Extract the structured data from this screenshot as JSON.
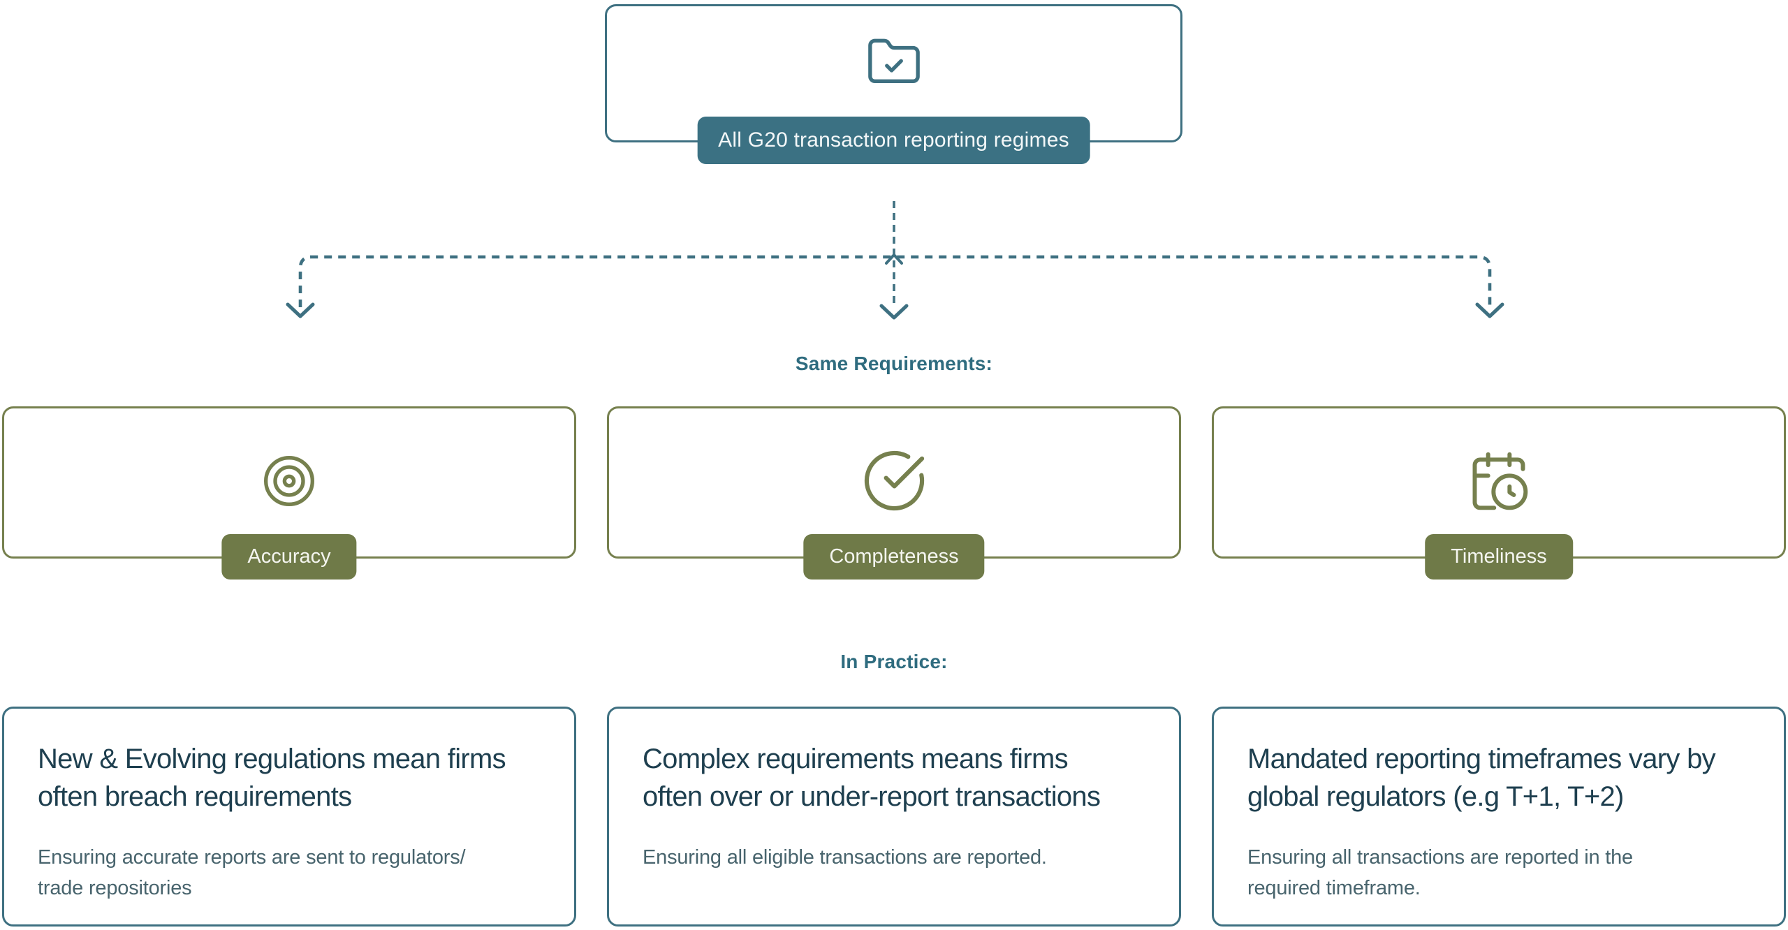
{
  "root": {
    "icon": "folder-check-icon",
    "badge_label": "All G20 transaction reporting regimes"
  },
  "sections": {
    "same_requirements_label": "Same Requirements:",
    "in_practice_label": "In Practice:"
  },
  "requirements": [
    {
      "label": "Accuracy",
      "icon": "target-icon"
    },
    {
      "label": "Completeness",
      "icon": "circle-check-icon"
    },
    {
      "label": "Timeliness",
      "icon": "calendar-clock-icon"
    }
  ],
  "practice_cards": [
    {
      "title": "New & Evolving regulations mean firms\noften breach requirements",
      "description": "Ensuring accurate reports are sent to regulators/\ntrade repositories"
    },
    {
      "title": "Complex requirements means firms\noften over or under-report transactions",
      "description": "Ensuring all eligible transactions are reported."
    },
    {
      "title": "Mandated reporting timeframes vary by\nglobal regulators (e.g T+1, T+2)",
      "description": "Ensuring all transactions are reported in the\nrequired timeframe."
    }
  ],
  "colors": {
    "teal_border": "#3E7081",
    "teal_badge_bg": "#3B7183",
    "section_label_text": "#2F6C7F",
    "practice_title_text": "#1E3F4F",
    "practice_body_text": "#48646D",
    "olive_border": "#76804E",
    "olive_badge_bg": "#6F7A48",
    "background": "#FFFFFF"
  }
}
